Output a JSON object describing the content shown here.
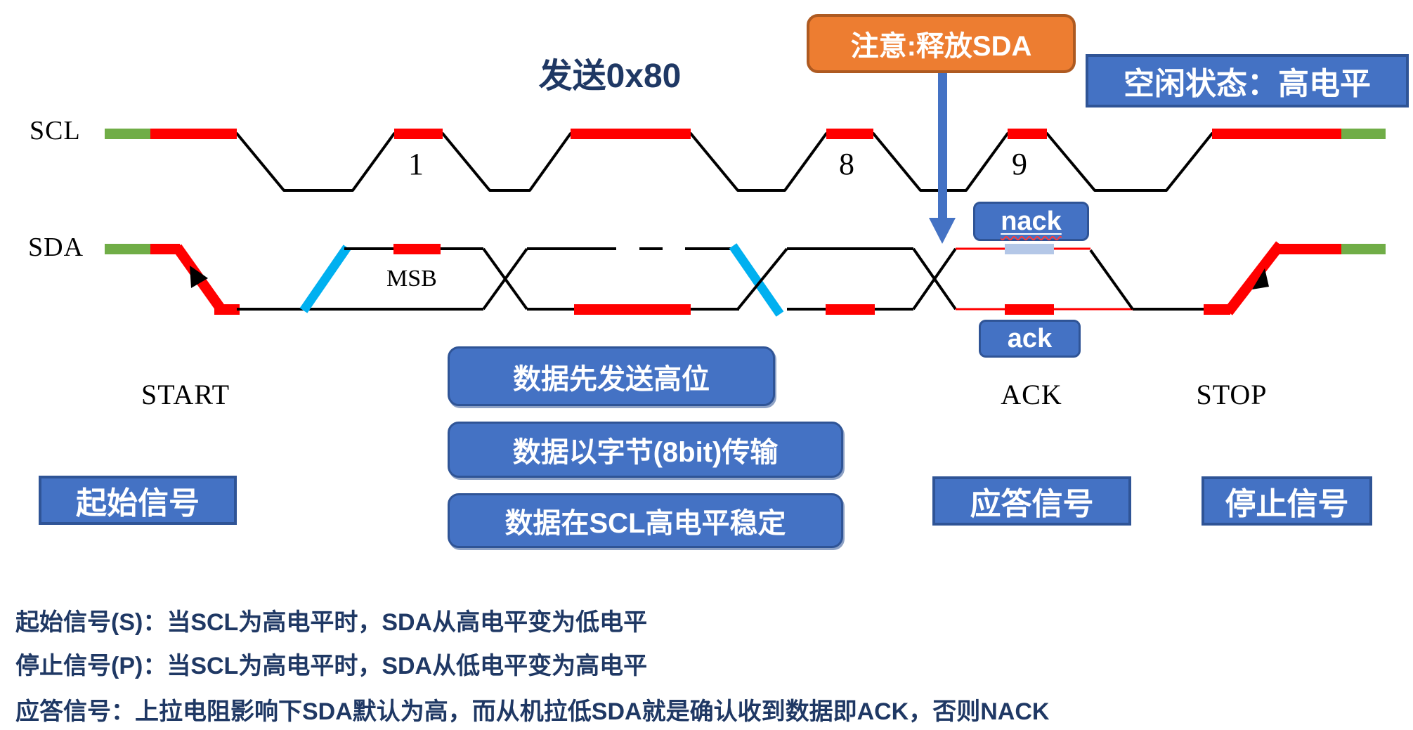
{
  "colors": {
    "red": "#FF0000",
    "green": "#70AD47",
    "cyan": "#00B0F0",
    "lavender": "#B4C7E7",
    "blue": "#4472C4",
    "blueBorder": "#2F5496",
    "orange": "#ED7D31",
    "orangeBorder": "#AE5A21",
    "navy": "#1F3864"
  },
  "header": {
    "send_label": "发送0x80",
    "release_sda_callout": "注意:释放SDA",
    "idle_state_label": "空闲状态：高电平"
  },
  "signals": {
    "scl": {
      "label": "SCL",
      "bit_labels": [
        "1",
        "8",
        "9"
      ]
    },
    "sda": {
      "label": "SDA",
      "msb_label": "MSB"
    }
  },
  "annotations": {
    "start": "START",
    "ack": "ACK",
    "stop": "STOP",
    "nack_tag": "nack",
    "ack_tag": "ack"
  },
  "boxes": {
    "start_signal": "起始信号",
    "data_msb_first": "数据先发送高位",
    "data_byte_transfer": "数据以字节(8bit)传输",
    "data_stable_scl_high": "数据在SCL高电平稳定",
    "ack_signal": "应答信号",
    "stop_signal": "停止信号"
  },
  "notes": [
    "起始信号(S)：当SCL为高电平时，SDA从高电平变为低电平",
    "停止信号(P)：当SCL为高电平时，SDA从低电平变为高电平",
    "应答信号：上拉电阻影响下SDA默认为高，而从机拉低SDA就是确认收到数据即ACK，否则NACK"
  ]
}
